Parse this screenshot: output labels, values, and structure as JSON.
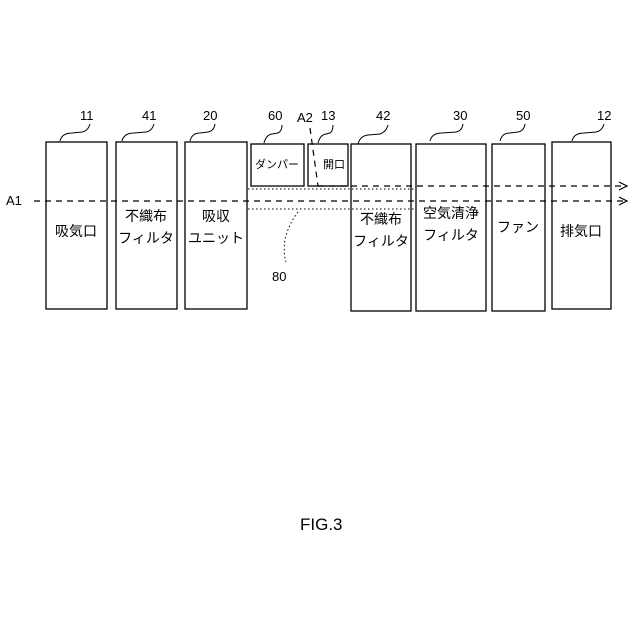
{
  "components": {
    "intake": {
      "ref": "11",
      "line1": "吸気口"
    },
    "nonwoven1": {
      "ref": "41",
      "line1": "不織布",
      "line2": "フィルタ"
    },
    "absorption": {
      "ref": "20",
      "line1": "吸収",
      "line2": "ユニット"
    },
    "damper": {
      "ref": "60",
      "line1": "ダンパー"
    },
    "opening": {
      "ref": "13",
      "line1": "開口"
    },
    "nonwoven2": {
      "ref": "42",
      "line1": "不織布",
      "line2": "フィルタ"
    },
    "air_filter": {
      "ref": "30",
      "line1": "空気清浄",
      "line2": "フィルタ"
    },
    "fan": {
      "ref": "50",
      "line1": "ファン"
    },
    "exhaust": {
      "ref": "12",
      "line1": "排気口"
    }
  },
  "flows": {
    "a1": "A1",
    "a2": "A2"
  },
  "bypass_ref": "80",
  "figure_caption": "FIG.3"
}
